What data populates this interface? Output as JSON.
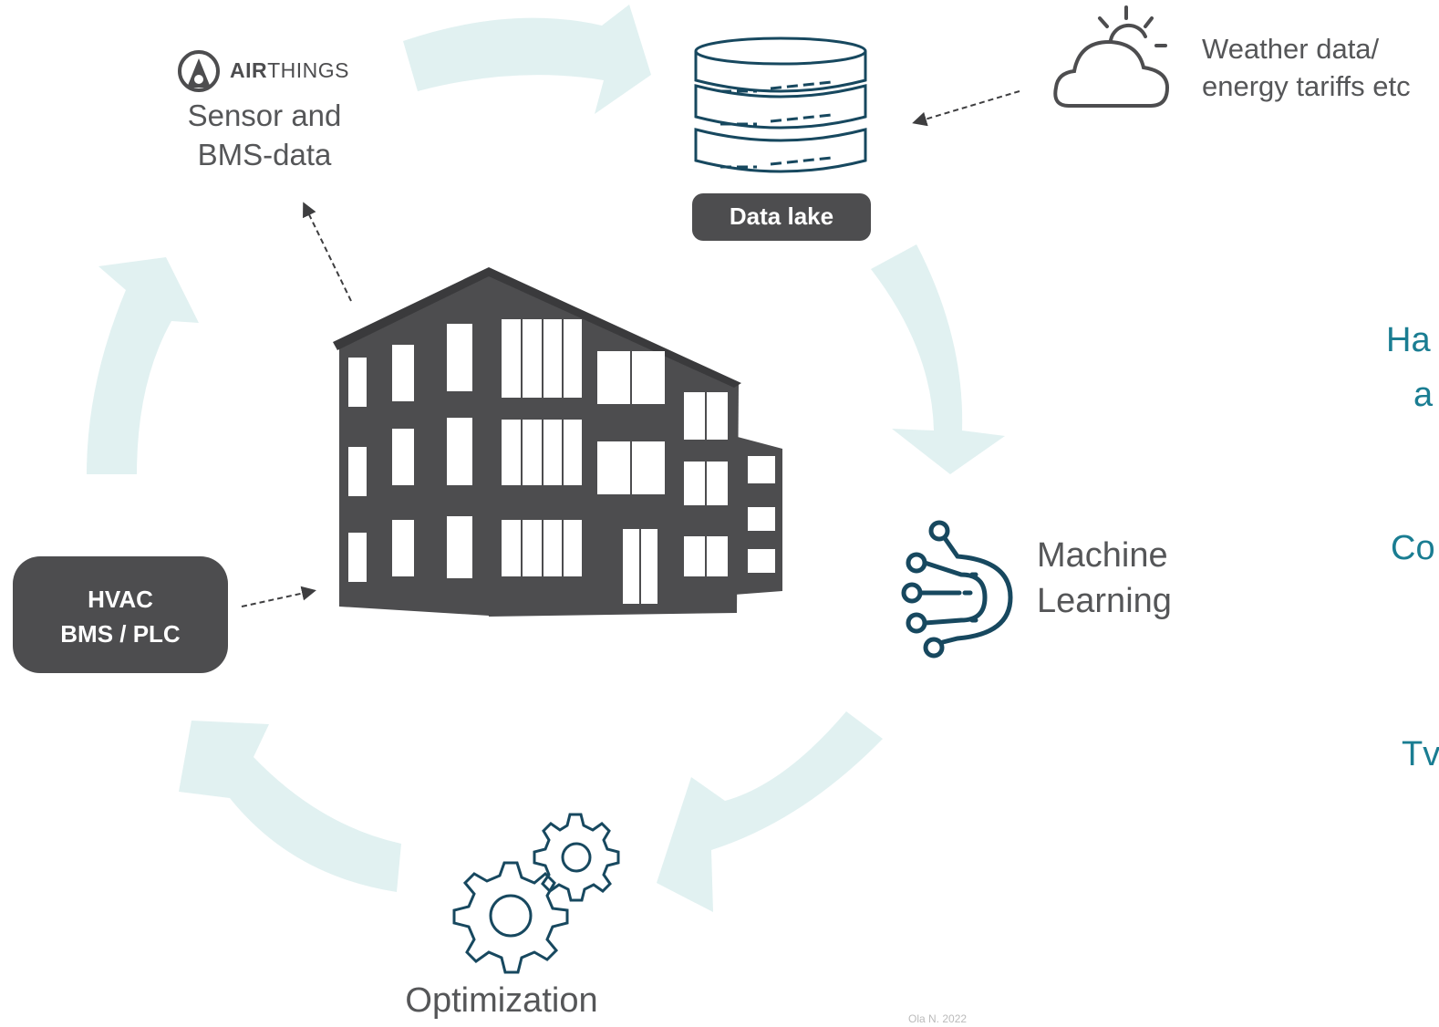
{
  "airthings": {
    "brand_bold": "AIR",
    "brand_light": "THINGS",
    "line1": "Sensor and",
    "line2": "BMS-data"
  },
  "data_lake": {
    "label": "Data lake"
  },
  "weather": {
    "line1": "Weather data/",
    "line2": "energy tariffs etc"
  },
  "machine_learning": {
    "line1": "Machine",
    "line2": "Learning"
  },
  "optimization": {
    "label": "Optimization"
  },
  "hvac": {
    "line1": "HVAC",
    "line2": "BMS / PLC"
  },
  "side_text": {
    "item1": "Ha",
    "item2": "a",
    "item3": "Co",
    "item4": "Tv"
  },
  "footnote": {
    "text": "Ola N. 2022"
  },
  "colors": {
    "cycle_arrow": "#e1f1f1",
    "dark_grey": "#4d4d4f",
    "icon_navy": "#17485f",
    "teal_text": "#1a7d92",
    "text_grey": "#555658"
  },
  "icons": [
    "airthings-logo-icon",
    "database-icon",
    "cloud-sun-icon",
    "building-icon",
    "machine-learning-icon",
    "gears-icon"
  ]
}
